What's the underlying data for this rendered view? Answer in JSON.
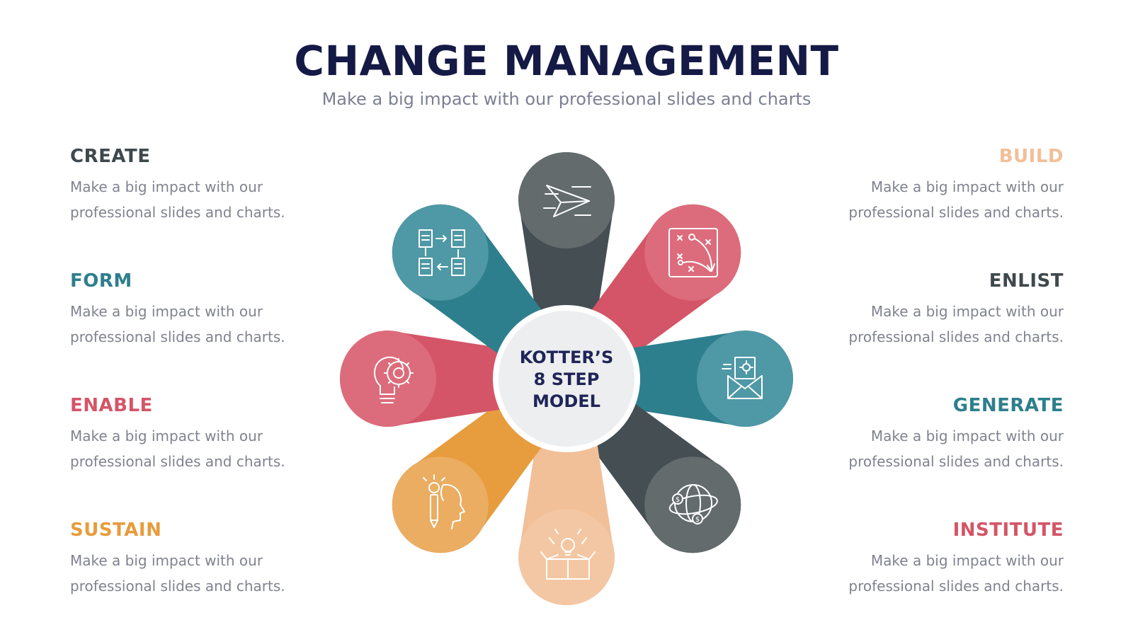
{
  "header": {
    "title": "CHANGE MANAGEMENT",
    "subtitle": "Make a big impact with our professional slides and charts"
  },
  "center": {
    "lines": [
      "KOTTER’S",
      "8 STEP",
      "MODEL"
    ]
  },
  "steps_left": [
    {
      "label": "CREATE",
      "color": "#3f494d",
      "description_line1": "Make a big impact with our",
      "description_line2": "professional slides and charts."
    },
    {
      "label": "FORM",
      "color": "#2e7f8d",
      "description_line1": "Make a big impact with our",
      "description_line2": "professional slides and charts."
    },
    {
      "label": "ENABLE",
      "color": "#d45567",
      "description_line1": "Make a big impact with our",
      "description_line2": "professional slides and charts."
    },
    {
      "label": "SUSTAIN",
      "color": "#e79c3d",
      "description_line1": "Make a big impact with our",
      "description_line2": "professional slides and charts."
    }
  ],
  "steps_right": [
    {
      "label": "BUILD",
      "color": "#f1bf98",
      "description_line1": "Make a big impact with our",
      "description_line2": "professional slides and charts."
    },
    {
      "label": "ENLIST",
      "color": "#3f494d",
      "description_line1": "Make a big impact with our",
      "description_line2": "professional slides and charts."
    },
    {
      "label": "GENERATE",
      "color": "#2e7f8d",
      "description_line1": "Make a big impact with our",
      "description_line2": "professional slides and charts."
    },
    {
      "label": "INSTITUTE",
      "color": "#d45567",
      "description_line1": "Make a big impact with our",
      "description_line2": "professional slides and charts."
    }
  ],
  "petals": [
    {
      "name": "petal-top",
      "icon": "paper-plane-icon",
      "dark": "#454f53",
      "light": "#636b6d"
    },
    {
      "name": "petal-top-right",
      "icon": "strategy-board-icon",
      "dark": "#d45567",
      "light": "#dc6c7b"
    },
    {
      "name": "petal-right",
      "icon": "email-gear-icon",
      "dark": "#2e7f8d",
      "light": "#4f98a5"
    },
    {
      "name": "petal-bottom-right",
      "icon": "globe-money-icon",
      "dark": "#454f53",
      "light": "#636b6d"
    },
    {
      "name": "petal-bottom",
      "icon": "box-idea-icon",
      "dark": "#f1bf98",
      "light": "#f3c7a3"
    },
    {
      "name": "petal-bottom-left",
      "icon": "head-pencil-icon",
      "dark": "#e79c3d",
      "light": "#eaad62"
    },
    {
      "name": "petal-left",
      "icon": "bulb-gear-icon",
      "dark": "#d45567",
      "light": "#dc6c7b"
    },
    {
      "name": "petal-top-left",
      "icon": "documents-flow-icon",
      "dark": "#2e7f8d",
      "light": "#4f98a5"
    }
  ]
}
